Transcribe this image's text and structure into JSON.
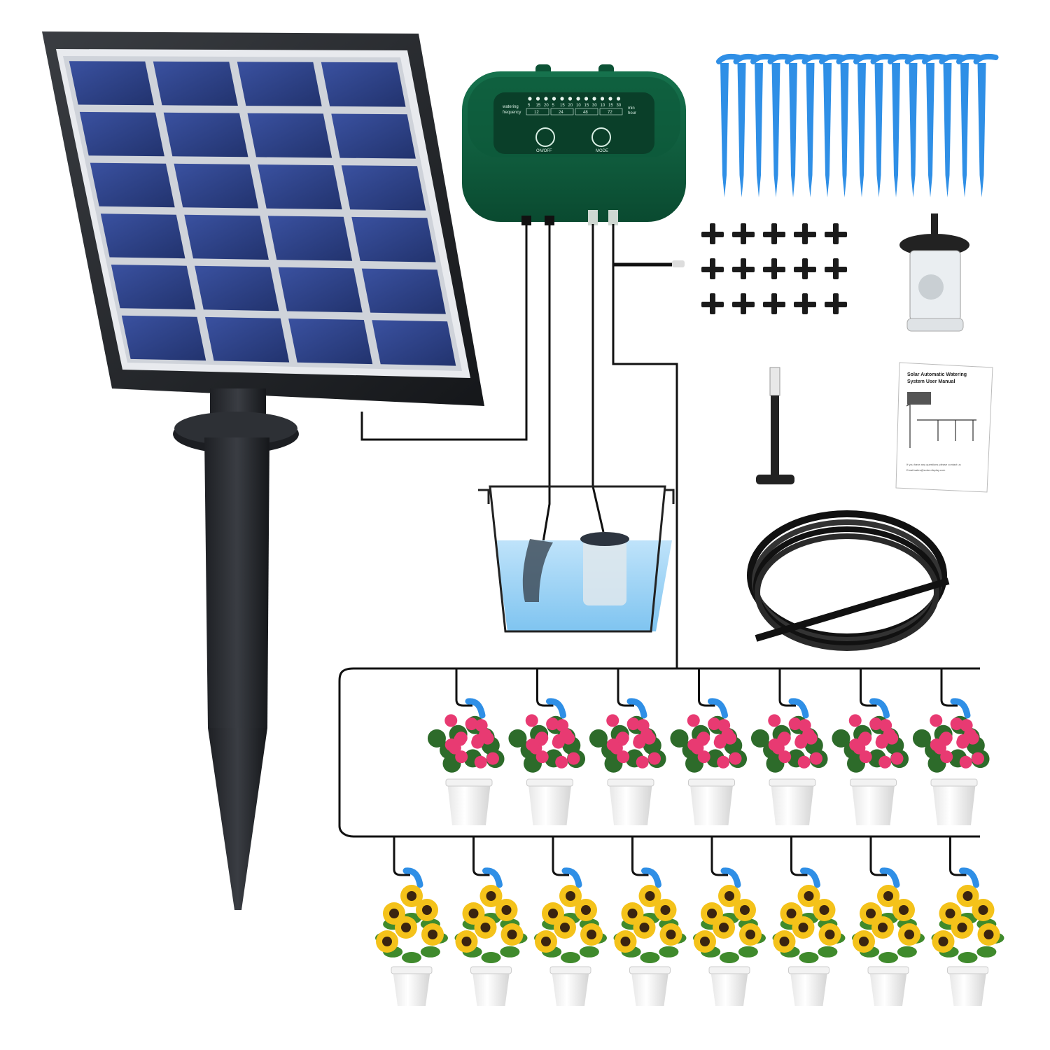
{
  "controller": {
    "frequency_label_line1": "watering",
    "frequency_label_line2": "frequency",
    "minute_values": [
      "5",
      "15",
      "20",
      "5",
      "15",
      "20",
      "10",
      "15",
      "30",
      "10",
      "15",
      "30"
    ],
    "hour_groups": [
      "12",
      "24",
      "48",
      "72"
    ],
    "unit_min": "min",
    "unit_hour": "hour",
    "power_button_label": "ON/OFF",
    "mode_button_label": "MODE"
  },
  "manual": {
    "title_line1": "Solar Automatic Watering",
    "title_line2": "System User Manual",
    "footer_line1": "If you have any questions please contact us",
    "footer_line2": "Email:sales@solar-display.com"
  },
  "colors": {
    "panel_frame": "#1f2226",
    "solar_cell": "#2b3f82",
    "controller_body": "#0e5a3c",
    "water": "#9fd4f5",
    "stake_blue": "#2f8fe6",
    "pink_flower": "#e83a72",
    "sunflower": "#f4c21a",
    "tube": "#111111"
  },
  "counts": {
    "stakes": 16,
    "connectors": 15,
    "pink_pots": 7,
    "sunflower_pots": 8
  }
}
